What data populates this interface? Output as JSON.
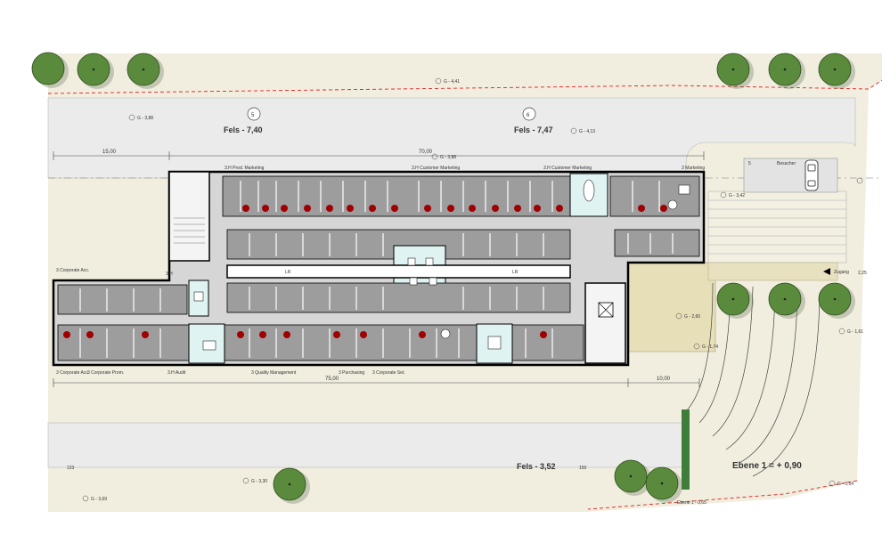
{
  "site": {
    "fels_left": "Fels - 7,40",
    "fels_right": "Fels - 7,47",
    "fels_bottom": "Fels - 3,52",
    "level": "Ebene 1 = + 0,90",
    "section_5": "5",
    "section_6": "6",
    "elevations": {
      "top_center": "G - 4,41",
      "top_left": "G - 3,88",
      "mid_center": "G - 3,88",
      "right_top": "G - 4,13",
      "right_mid": "G - 3,42",
      "right_a": "G - 2,60",
      "right_b": "G - 1,74",
      "right_c": "G - 1,61",
      "right_entry": "2,25",
      "bottom_left": "G - 3,69",
      "bottom_mid": "G - 3,30",
      "bottom_right": "G - 0,54",
      "bottom_num_left": "123",
      "bottom_num_right": "150"
    },
    "dimensions": {
      "top_left": "15,00",
      "top_total": "70,00",
      "bottom_total": "75,00",
      "bottom_right": "10,00"
    },
    "parking_label": "Besucher",
    "parking_num": "5",
    "entrance_label": "Zugang",
    "bottom_small": "Ebene 1 - 0,65"
  },
  "building": {
    "corridor_labels": [
      "LR",
      "LR"
    ],
    "dept_top": [
      "3.H Prod. Marketing",
      "3.H Customer Marketing",
      "3.H Customer Marketing",
      "3 Marketing"
    ],
    "dept_bottom": [
      "3 Corporate Acc.",
      "3 Corporate Prom.",
      "3.H Audit",
      "3 Quality Management",
      "3 Purchasing",
      "3 Corporate Set."
    ],
    "dept_left": "3 Corporate Acc.",
    "dept_side": "3 H"
  },
  "colors": {
    "site_fill": "#f1eedf",
    "road": "#ebebeb",
    "wall": "#000000",
    "room": "#9d9d9d",
    "corridor": "#d6d6d6",
    "meeting": "#dff3f3",
    "chair_red": "#a00000",
    "tree": "#5a8a3c",
    "property_line": "#e02020",
    "terrace": "#e6dfb8"
  }
}
